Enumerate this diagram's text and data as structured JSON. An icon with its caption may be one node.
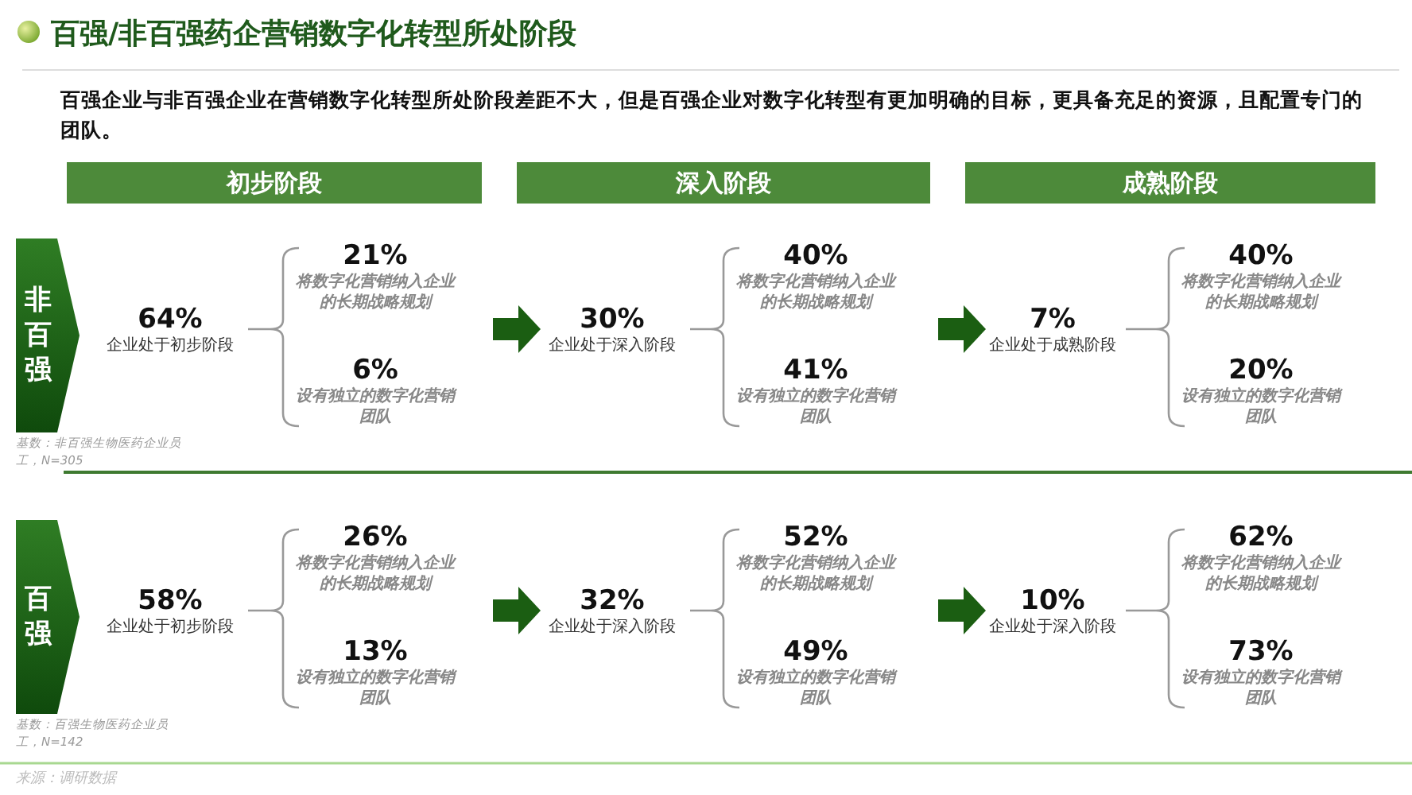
{
  "diagram": {
    "title": "百强/非百强药企营销数字化转型所处阶段",
    "nodes": [
      {
        "text": [
          "初步阶段"
        ]
      },
      {
        "text": [
          "深入阶段"
        ]
      },
      {
        "text": [
          "成熟阶段"
        ]
      },
      {
        "text": [
          "非百强"
        ],
        "beside": [
          "基数：非百强生物医药企业员工，N=305"
        ]
      },
      {
        "text": [
          "64%",
          "企业处于初步阶段"
        ]
      },
      {
        "text": [
          "21%",
          "将数字化营销纳入企业的长期战略规划"
        ]
      },
      {
        "text": [
          "6%",
          "设有独立的数字化营销团队"
        ]
      },
      {
        "text": [
          "30%",
          "企业处于深入阶段"
        ]
      },
      {
        "text": [
          "40%",
          "将数字化营销纳入企业的长期战略规划"
        ]
      },
      {
        "text": [
          "41%",
          "设有独立的数字化营销团队"
        ]
      },
      {
        "text": [
          "7%",
          "企业处于成熟阶段"
        ]
      },
      {
        "text": [
          "40%",
          "将数字化营销纳入企业的长期战略规划"
        ]
      },
      {
        "text": [
          "20%",
          "设有独立的数字化营销团队"
        ]
      },
      {
        "text": [
          "百强"
        ],
        "beside": [
          "基数：百强生物医药企业员工，N=142"
        ]
      },
      {
        "text": [
          "58%",
          "企业处于初步阶段"
        ]
      },
      {
        "text": [
          "26%",
          "将数字化营销纳入企业的长期战略规划"
        ]
      },
      {
        "text": [
          "13%",
          "设有独立的数字化营销团队"
        ]
      },
      {
        "text": [
          "32%",
          "企业处于深入阶段"
        ]
      },
      {
        "text": [
          "52%",
          "将数字化营销纳入企业的长期战略规划"
        ]
      },
      {
        "text": [
          "49%",
          "设有独立的数字化营销团队"
        ]
      },
      {
        "text": [
          "10%",
          "企业处于深入阶段"
        ]
      },
      {
        "text": [
          "62%",
          "将数字化营销纳入企业的长期战略规划"
        ]
      },
      {
        "text": [
          "73%",
          "设有独立的数字化营销团队"
        ]
      }
    ],
    "edges": [
      {
        "from": null,
        "to": 7,
        "arrow": "to"
      },
      {
        "from": null,
        "to": 10,
        "arrow": "to"
      },
      {
        "from": null,
        "to": 17,
        "arrow": "to"
      },
      {
        "from": null,
        "to": 20,
        "arrow": "to"
      }
    ],
    "labels": [
      "百强企业与非百强企业在营销数字化转型所处阶段差距不大，但是百强企业对数字化转型有更加明确的目标，更具备充足的资源，且配置专门的团队。",
      "来源：调研数据"
    ]
  }
}
